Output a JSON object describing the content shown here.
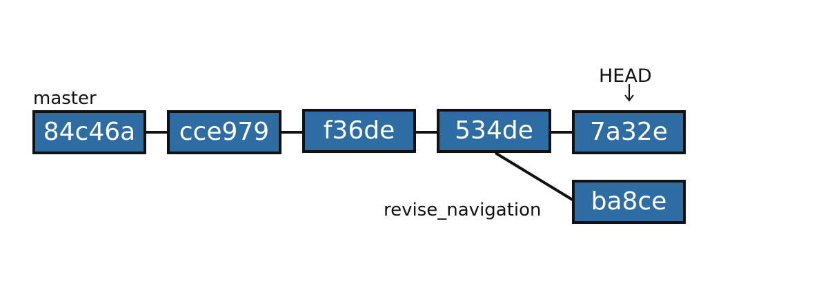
{
  "branches": {
    "master": "master",
    "revise_navigation": "revise_navigation"
  },
  "head": {
    "label": "HEAD"
  },
  "commits": [
    {
      "hash": "84c46a"
    },
    {
      "hash": "cce979"
    },
    {
      "hash": "f36de"
    },
    {
      "hash": "534de"
    },
    {
      "hash": "7a32e"
    },
    {
      "hash": "ba8ce"
    }
  ],
  "colors": {
    "commit_fill": "#2e6da4",
    "commit_border": "#111111",
    "commit_text": "#ffffff",
    "connector": "#111111"
  }
}
